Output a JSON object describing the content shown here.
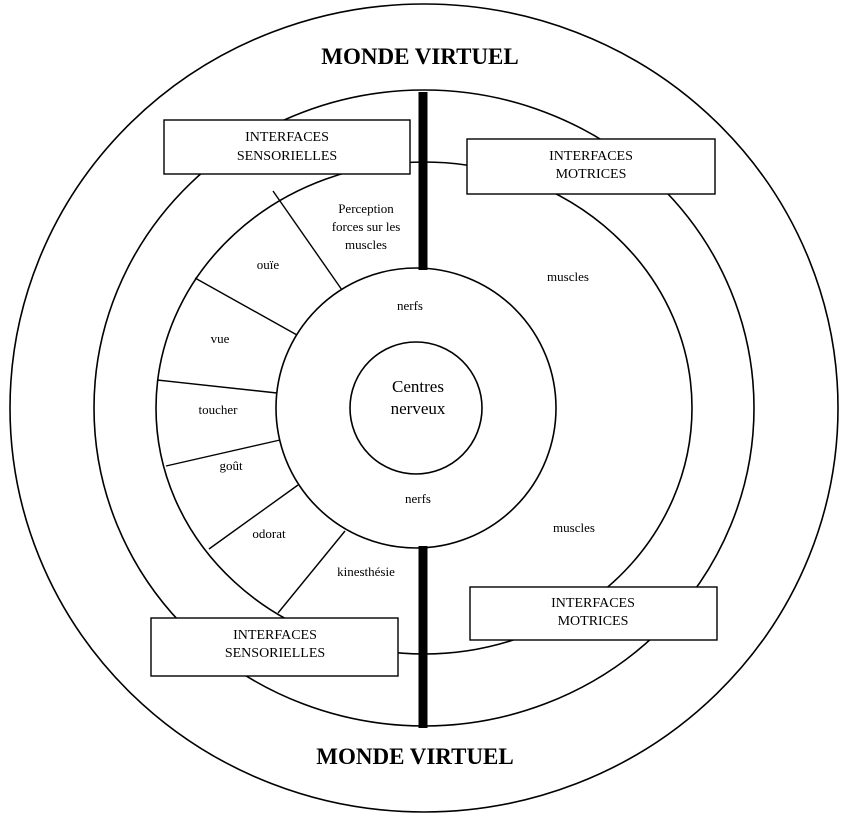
{
  "titles": {
    "top": "MONDE VIRTUEL",
    "bottom": "MONDE VIRTUEL"
  },
  "interfaces": {
    "sensory_top": [
      "INTERFACES",
      "SENSORIELLES"
    ],
    "sensory_bottom": [
      "INTERFACES",
      "SENSORIELLES"
    ],
    "motor_top": [
      "INTERFACES",
      "MOTRICES"
    ],
    "motor_bottom": [
      "INTERFACES",
      "MOTRICES"
    ]
  },
  "senses": {
    "perception": [
      "Perception",
      "forces sur les",
      "muscles"
    ],
    "ouie": "ouïe",
    "vue": "vue",
    "toucher": "toucher",
    "gout": "goût",
    "odorat": "odorat",
    "kinesthesie": "kinesthésie"
  },
  "nerves": {
    "top": "nerfs",
    "bottom": "nerfs"
  },
  "muscles": {
    "top": "muscles",
    "bottom": "muscles"
  },
  "core": [
    "Centres",
    "nerveux"
  ]
}
